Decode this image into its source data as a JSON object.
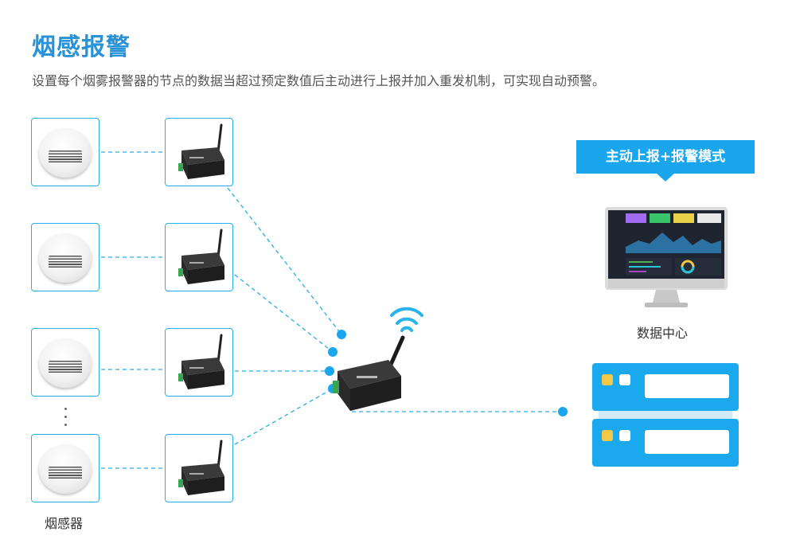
{
  "header": {
    "title": "烟感报警",
    "subtitle": "设置每个烟雾报警器的节点的数据当超过预定数值后主动进行上报并加入重发机制，可实现自动预警。"
  },
  "labels": {
    "smoke_detector": "烟感器",
    "data_center": "数据中心",
    "mode_banner": "主动上报+报警模式"
  },
  "colors": {
    "accent": "#1aa6ec",
    "title": "#2a93d6",
    "box_border": "#26aee6",
    "server_yellow": "#f6c84a"
  },
  "icons": {
    "detector": "smoke-detector-icon",
    "node": "wireless-data-transceiver-icon",
    "gateway": "wireless-gateway-icon",
    "monitor": "dashboard-monitor-icon",
    "server": "server-rack-icon",
    "signal": "wifi-signal-icon"
  }
}
